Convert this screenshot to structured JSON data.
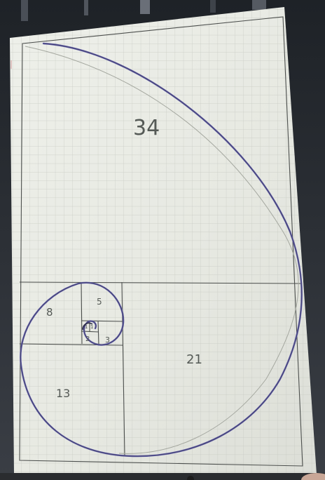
{
  "notebook": {
    "labels": {
      "sq34": "34",
      "sq21": "21",
      "sq13": "13",
      "sq8": "8",
      "sq5": "5",
      "sq3": "3",
      "sq2": "2",
      "sq1a": "1",
      "sq1b": "1"
    }
  },
  "colors": {
    "background": "#2b2b2e",
    "paper": "#eaece4",
    "grid": "#c8cbc4",
    "pencil": "#4a4d4b",
    "spiral_ink": "#5e5ca6",
    "spiral_pencil": "#9fa29d"
  }
}
